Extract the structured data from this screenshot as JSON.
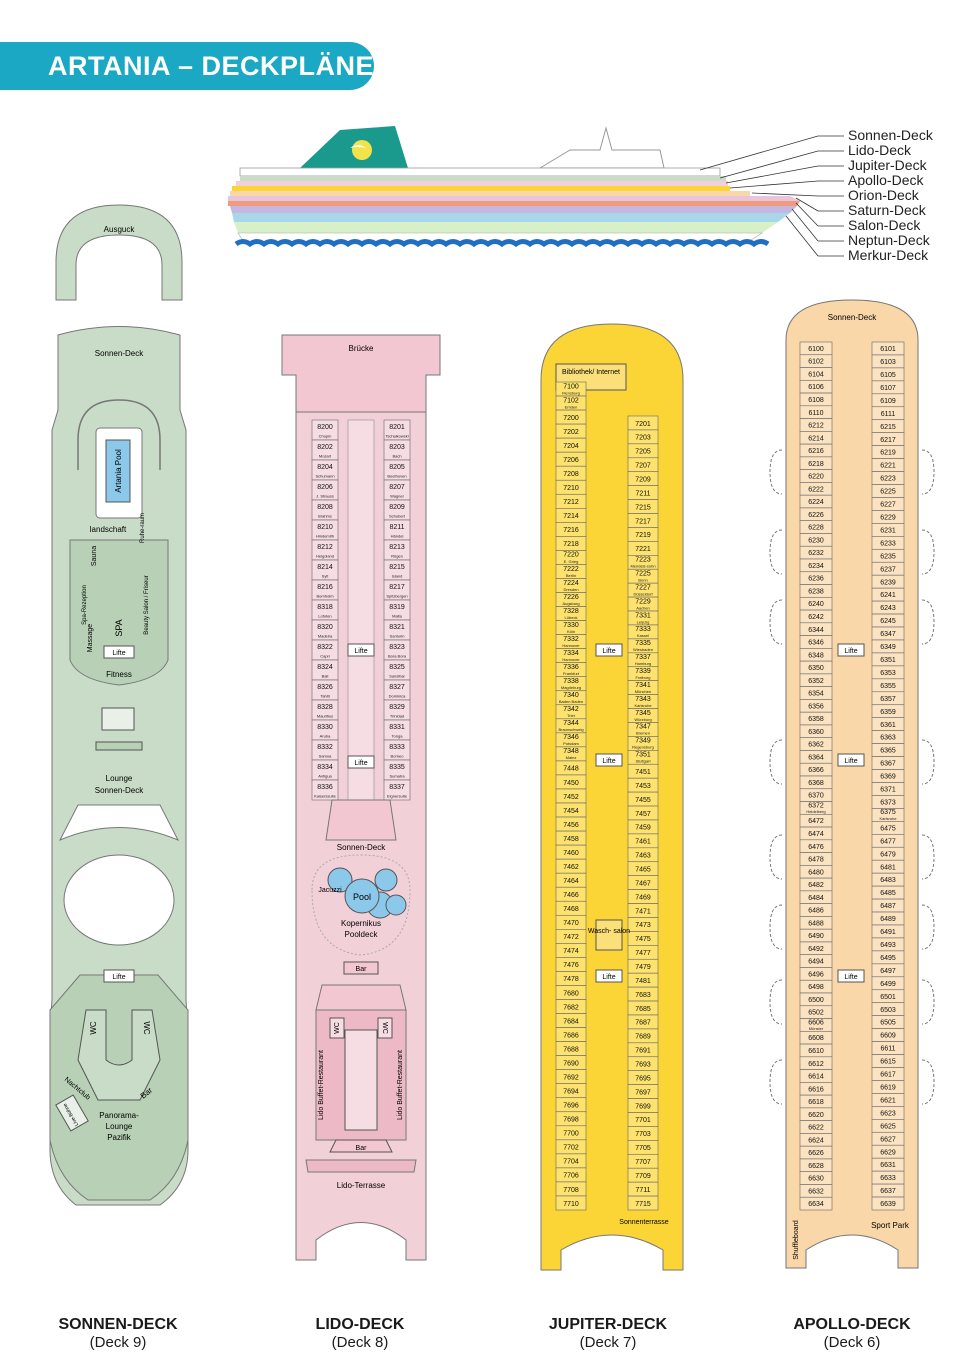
{
  "title": "ARTANIA – DECKPLÄNE",
  "ship_deck_labels": [
    "Sonnen-Deck",
    "Lido-Deck",
    "Jupiter-Deck",
    "Apollo-Deck",
    "Orion-Deck",
    "Saturn-Deck",
    "Salon-Deck",
    "Neptun-Deck",
    "Merkur-Deck"
  ],
  "colors": {
    "banner": "#1aa8c4",
    "sonnen": "#c9dcc8",
    "lido": "#f2d0d8",
    "jupiter": "#fbd535",
    "apollo": "#f9d7a8",
    "water": "#1f6fc4",
    "pool": "#8cc8ea"
  },
  "decks": [
    {
      "title": "SONNEN-DECK",
      "subtitle": "(Deck 9)"
    },
    {
      "title": "LIDO-DECK",
      "subtitle": "(Deck 8)"
    },
    {
      "title": "JUPITER-DECK",
      "subtitle": "(Deck 7)"
    },
    {
      "title": "APOLLO-DECK",
      "subtitle": "(Deck 6)"
    }
  ],
  "sonnen": {
    "ausguck": "Ausguck",
    "sonnen_deck_top": "Sonnen-Deck",
    "artania_pool": "Artania Pool",
    "landschaft": "landschaft",
    "sauna": "Sauna",
    "ruheraum": "Ruhe-raum",
    "spa_rezeption": "Spa-Rezeption",
    "beauty_salon": "Beauty Salon / Friseur",
    "massage": "Massage",
    "spa": "SPA",
    "lifte": "Lifte",
    "fitness": "Fitness",
    "lounge": "Lounge",
    "sonnen_deck_mid": "Sonnen-Deck",
    "wc": "WC",
    "nachtclub": "Nachtclub",
    "bar": "Bar",
    "panorama": "Panorama-",
    "lounge2": "Lounge",
    "pazifik": "Pazifik",
    "live_buehne": "Live-Bühne"
  },
  "lido": {
    "bruecke": "Brücke",
    "lifte": "Lifte",
    "sonnen_deck": "Sonnen-Deck",
    "jacuzzi": "Jacuzzi",
    "pool": "Pool",
    "kopernikus": "Kopernikus",
    "pooldeck": "Pooldeck",
    "bar_top": "Bar",
    "wc": "WC",
    "restaurant": "Lido Buffet-Restaurant",
    "bar_bottom": "Bar",
    "terrasse": "Lido-Terrasse",
    "cabins_left": [
      [
        "8200",
        "Chopin"
      ],
      [
        "8202",
        "Mozart"
      ],
      [
        "8204",
        "Schumann"
      ],
      [
        "8206",
        "J. Strauss"
      ],
      [
        "8208",
        "Brahms"
      ],
      [
        "8210",
        "Hindemith"
      ],
      [
        "8212",
        "Helgoland"
      ],
      [
        "8214",
        "Sylt"
      ],
      [
        "8216",
        "Bornholm"
      ],
      [
        "8318",
        "Lofoten"
      ],
      [
        "8320",
        "Madeira"
      ],
      [
        "8322",
        "Capri"
      ],
      [
        "8324",
        "Bali"
      ],
      [
        "8326",
        "Tahiti"
      ],
      [
        "8328",
        "Mauritius"
      ],
      [
        "8330",
        "Aruba"
      ],
      [
        "8332",
        "Samoa"
      ],
      [
        "8334",
        "Antigua"
      ],
      [
        "8336",
        "Kaiserssuite"
      ]
    ],
    "cabins_right": [
      [
        "8201",
        "Tschaikowski"
      ],
      [
        "8203",
        "Bach"
      ],
      [
        "8205",
        "Beethoven"
      ],
      [
        "8207",
        "Wagner"
      ],
      [
        "8209",
        "Schubert"
      ],
      [
        "8211",
        "Händel"
      ],
      [
        "8213",
        "Rügen"
      ],
      [
        "8215",
        "Island"
      ],
      [
        "8217",
        "Spitzbergen"
      ],
      [
        "8319",
        "Malta"
      ],
      [
        "8321",
        "Santorin"
      ],
      [
        "8323",
        "Bora Bora"
      ],
      [
        "8325",
        "Sansibar"
      ],
      [
        "8327",
        "Dominica"
      ],
      [
        "8329",
        "Trinidad"
      ],
      [
        "8331",
        "Tonga"
      ],
      [
        "8333",
        "Borneo"
      ],
      [
        "8335",
        "Sumatra"
      ],
      [
        "8337",
        "Eignersuite"
      ]
    ]
  },
  "jupiter": {
    "bibliothek": "Bibliothek/ Internet",
    "lifte": "Lifte",
    "waschsalon": "Wasch- salon",
    "sonnenterrasse": "Sonnenterrasse",
    "cabins_left": [
      [
        "7100",
        "Flensburg"
      ],
      [
        "7102",
        "Emden"
      ],
      [
        "7200",
        ""
      ],
      [
        "7202",
        ""
      ],
      [
        "7204",
        ""
      ],
      [
        "7206",
        ""
      ],
      [
        "7208",
        ""
      ],
      [
        "7210",
        ""
      ],
      [
        "7212",
        ""
      ],
      [
        "7214",
        ""
      ],
      [
        "7216",
        ""
      ],
      [
        "7218",
        ""
      ],
      [
        "7220",
        "E. Grieg"
      ],
      [
        "7222",
        "Berlin"
      ],
      [
        "7224",
        "Dresden"
      ],
      [
        "7226",
        "Augsburg"
      ],
      [
        "7328",
        "Lübeck"
      ],
      [
        "7330",
        "Köln"
      ],
      [
        "7332",
        "Hannover"
      ],
      [
        "7334",
        "Hannover"
      ],
      [
        "7336",
        "Frankfurt"
      ],
      [
        "7338",
        "Magdeburg"
      ],
      [
        "7340",
        "Baden Baden"
      ],
      [
        "7342",
        "Trier"
      ],
      [
        "7344",
        "Braunschweig"
      ],
      [
        "7346",
        "Potsdam"
      ],
      [
        "7348",
        "Mainz"
      ],
      [
        "7448",
        ""
      ],
      [
        "7450",
        ""
      ],
      [
        "7452",
        ""
      ],
      [
        "7454",
        ""
      ],
      [
        "7456",
        ""
      ],
      [
        "7458",
        ""
      ],
      [
        "7460",
        ""
      ],
      [
        "7462",
        ""
      ],
      [
        "7464",
        ""
      ],
      [
        "7466",
        ""
      ],
      [
        "7468",
        ""
      ],
      [
        "7470",
        ""
      ],
      [
        "7472",
        ""
      ],
      [
        "7474",
        ""
      ],
      [
        "7476",
        ""
      ],
      [
        "7478",
        ""
      ],
      [
        "7680",
        ""
      ],
      [
        "7682",
        ""
      ],
      [
        "7684",
        ""
      ],
      [
        "7686",
        ""
      ],
      [
        "7688",
        ""
      ],
      [
        "7690",
        ""
      ],
      [
        "7692",
        ""
      ],
      [
        "7694",
        ""
      ],
      [
        "7696",
        ""
      ],
      [
        "7698",
        ""
      ],
      [
        "7700",
        ""
      ],
      [
        "7702",
        ""
      ],
      [
        "7704",
        ""
      ],
      [
        "7706",
        ""
      ],
      [
        "7708",
        ""
      ],
      [
        "7710",
        ""
      ]
    ],
    "cabins_right": [
      [
        "7201",
        ""
      ],
      [
        "7203",
        ""
      ],
      [
        "7205",
        ""
      ],
      [
        "7207",
        ""
      ],
      [
        "7209",
        ""
      ],
      [
        "7211",
        ""
      ],
      [
        "7215",
        ""
      ],
      [
        "7217",
        ""
      ],
      [
        "7219",
        ""
      ],
      [
        "7221",
        ""
      ],
      [
        "7223",
        "Mendels-sohn"
      ],
      [
        "7225",
        "Bonn"
      ],
      [
        "7227",
        "Düsseldorf"
      ],
      [
        "7229",
        "Aachen"
      ],
      [
        "7331",
        "Leipzig"
      ],
      [
        "7333",
        "Kassel"
      ],
      [
        "7335",
        "Wiesbaden"
      ],
      [
        "7337",
        "Hamburg"
      ],
      [
        "7339",
        "Freiburg"
      ],
      [
        "7341",
        "München"
      ],
      [
        "7343",
        "Karlsruhe"
      ],
      [
        "7345",
        "Würzburg"
      ],
      [
        "7347",
        "Bremen"
      ],
      [
        "7349",
        "Regensburg"
      ],
      [
        "7351",
        "Stuttgart"
      ],
      [
        "7451",
        ""
      ],
      [
        "7453",
        ""
      ],
      [
        "7455",
        ""
      ],
      [
        "7457",
        ""
      ],
      [
        "7459",
        ""
      ],
      [
        "7461",
        ""
      ],
      [
        "7463",
        ""
      ],
      [
        "7465",
        ""
      ],
      [
        "7467",
        ""
      ],
      [
        "7469",
        ""
      ],
      [
        "7471",
        ""
      ],
      [
        "7473",
        ""
      ],
      [
        "7475",
        ""
      ],
      [
        "7477",
        ""
      ],
      [
        "7479",
        ""
      ],
      [
        "7481",
        ""
      ],
      [
        "7683",
        ""
      ],
      [
        "7685",
        ""
      ],
      [
        "7687",
        ""
      ],
      [
        "7689",
        ""
      ],
      [
        "7691",
        ""
      ],
      [
        "7693",
        ""
      ],
      [
        "7695",
        ""
      ],
      [
        "7697",
        ""
      ],
      [
        "7699",
        ""
      ],
      [
        "7701",
        ""
      ],
      [
        "7703",
        ""
      ],
      [
        "7705",
        ""
      ],
      [
        "7707",
        ""
      ],
      [
        "7709",
        ""
      ],
      [
        "7711",
        ""
      ],
      [
        "7715",
        ""
      ]
    ]
  },
  "apollo": {
    "sonnen_deck": "Sonnen-Deck",
    "lifte": "Lifte",
    "shuffleboard": "Shuffleboard",
    "sport_park": "Sport Park",
    "cabins_left": [
      [
        "6100",
        ""
      ],
      [
        "6102",
        ""
      ],
      [
        "6104",
        ""
      ],
      [
        "6106",
        ""
      ],
      [
        "6108",
        ""
      ],
      [
        "6110",
        ""
      ],
      [
        "6212",
        ""
      ],
      [
        "6214",
        ""
      ],
      [
        "6216",
        ""
      ],
      [
        "6218",
        ""
      ],
      [
        "6220",
        ""
      ],
      [
        "6222",
        ""
      ],
      [
        "6224",
        ""
      ],
      [
        "6226",
        ""
      ],
      [
        "6228",
        ""
      ],
      [
        "6230",
        ""
      ],
      [
        "6232",
        ""
      ],
      [
        "6234",
        ""
      ],
      [
        "6236",
        ""
      ],
      [
        "6238",
        ""
      ],
      [
        "6240",
        ""
      ],
      [
        "6242",
        ""
      ],
      [
        "6344",
        ""
      ],
      [
        "6346",
        ""
      ],
      [
        "6348",
        ""
      ],
      [
        "6350",
        ""
      ],
      [
        "6352",
        ""
      ],
      [
        "6354",
        ""
      ],
      [
        "6356",
        ""
      ],
      [
        "6358",
        ""
      ],
      [
        "6360",
        ""
      ],
      [
        "6362",
        ""
      ],
      [
        "6364",
        ""
      ],
      [
        "6366",
        ""
      ],
      [
        "6368",
        ""
      ],
      [
        "6370",
        ""
      ],
      [
        "6372",
        "Heidelberg"
      ],
      [
        "6472",
        ""
      ],
      [
        "6474",
        ""
      ],
      [
        "6476",
        ""
      ],
      [
        "6478",
        ""
      ],
      [
        "6480",
        ""
      ],
      [
        "6482",
        ""
      ],
      [
        "6484",
        ""
      ],
      [
        "6486",
        ""
      ],
      [
        "6488",
        ""
      ],
      [
        "6490",
        ""
      ],
      [
        "6492",
        ""
      ],
      [
        "6494",
        ""
      ],
      [
        "6496",
        ""
      ],
      [
        "6498",
        ""
      ],
      [
        "6500",
        ""
      ],
      [
        "6502",
        ""
      ],
      [
        "6606",
        "Münster"
      ],
      [
        "6608",
        ""
      ],
      [
        "6610",
        ""
      ],
      [
        "6612",
        ""
      ],
      [
        "6614",
        ""
      ],
      [
        "6616",
        ""
      ],
      [
        "6618",
        ""
      ],
      [
        "6620",
        ""
      ],
      [
        "6622",
        ""
      ],
      [
        "6624",
        ""
      ],
      [
        "6626",
        ""
      ],
      [
        "6628",
        ""
      ],
      [
        "6630",
        ""
      ],
      [
        "6632",
        ""
      ],
      [
        "6634",
        ""
      ]
    ],
    "cabins_right": [
      [
        "6101",
        ""
      ],
      [
        "6103",
        ""
      ],
      [
        "6105",
        ""
      ],
      [
        "6107",
        ""
      ],
      [
        "6109",
        ""
      ],
      [
        "6111",
        ""
      ],
      [
        "6215",
        ""
      ],
      [
        "6217",
        ""
      ],
      [
        "6219",
        ""
      ],
      [
        "6221",
        ""
      ],
      [
        "6223",
        ""
      ],
      [
        "6225",
        ""
      ],
      [
        "6227",
        ""
      ],
      [
        "6229",
        ""
      ],
      [
        "6231",
        ""
      ],
      [
        "6233",
        ""
      ],
      [
        "6235",
        ""
      ],
      [
        "6237",
        ""
      ],
      [
        "6239",
        ""
      ],
      [
        "6241",
        ""
      ],
      [
        "6243",
        ""
      ],
      [
        "6245",
        ""
      ],
      [
        "6347",
        ""
      ],
      [
        "6349",
        ""
      ],
      [
        "6351",
        ""
      ],
      [
        "6353",
        ""
      ],
      [
        "6355",
        ""
      ],
      [
        "6357",
        ""
      ],
      [
        "6359",
        ""
      ],
      [
        "6361",
        ""
      ],
      [
        "6363",
        ""
      ],
      [
        "6365",
        ""
      ],
      [
        "6367",
        ""
      ],
      [
        "6369",
        ""
      ],
      [
        "6371",
        ""
      ],
      [
        "6373",
        ""
      ],
      [
        "6375",
        "Karlsruhe"
      ],
      [
        "6475",
        ""
      ],
      [
        "6477",
        ""
      ],
      [
        "6479",
        ""
      ],
      [
        "6481",
        ""
      ],
      [
        "6483",
        ""
      ],
      [
        "6485",
        ""
      ],
      [
        "6487",
        ""
      ],
      [
        "6489",
        ""
      ],
      [
        "6491",
        ""
      ],
      [
        "6493",
        ""
      ],
      [
        "6495",
        ""
      ],
      [
        "6497",
        ""
      ],
      [
        "6499",
        ""
      ],
      [
        "6501",
        ""
      ],
      [
        "6503",
        ""
      ],
      [
        "6505",
        ""
      ],
      [
        "6609",
        ""
      ],
      [
        "6611",
        ""
      ],
      [
        "6615",
        ""
      ],
      [
        "6617",
        ""
      ],
      [
        "6619",
        ""
      ],
      [
        "6621",
        ""
      ],
      [
        "6623",
        ""
      ],
      [
        "6625",
        ""
      ],
      [
        "6627",
        ""
      ],
      [
        "6629",
        ""
      ],
      [
        "6631",
        ""
      ],
      [
        "6633",
        ""
      ],
      [
        "6637",
        ""
      ],
      [
        "6639",
        ""
      ]
    ]
  }
}
